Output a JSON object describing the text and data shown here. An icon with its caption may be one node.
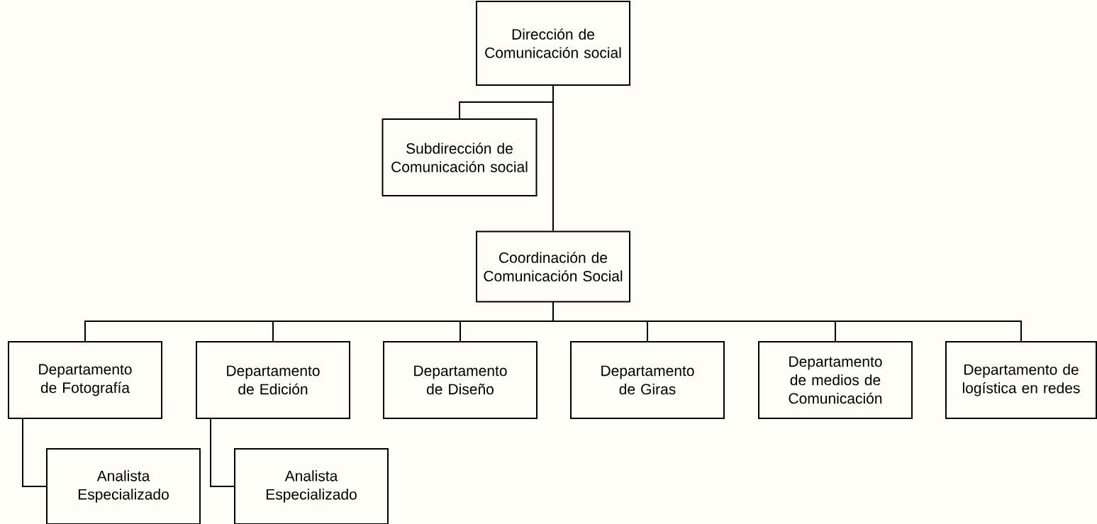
{
  "diagram": {
    "nodes": [
      {
        "text": [
          "Dirección de Comunicación social"
        ]
      },
      {
        "text": [
          "Subdirección de Comunicación social"
        ]
      },
      {
        "text": [
          "Coordinación de Comunicación Social"
        ]
      },
      {
        "text": [
          "Departamento de Fotografía"
        ]
      },
      {
        "text": [
          "Departamento de Edición"
        ]
      },
      {
        "text": [
          "Departamento de Diseño"
        ]
      },
      {
        "text": [
          "Departamento de Giras"
        ]
      },
      {
        "text": [
          "Departamento de medios de Comunicación"
        ]
      },
      {
        "text": [
          "Departamento de logística en redes"
        ]
      },
      {
        "text": [
          "Analista Especializado"
        ]
      },
      {
        "text": [
          "Analista Especializado"
        ]
      }
    ],
    "edges": [
      {
        "from": 0,
        "to": 1,
        "arrow": "none"
      },
      {
        "from": 0,
        "to": 2,
        "arrow": "none"
      },
      {
        "from": 2,
        "to": 3,
        "arrow": "none"
      },
      {
        "from": 2,
        "to": 4,
        "arrow": "none"
      },
      {
        "from": 2,
        "to": 5,
        "arrow": "none"
      },
      {
        "from": 2,
        "to": 6,
        "arrow": "none"
      },
      {
        "from": 2,
        "to": 7,
        "arrow": "none"
      },
      {
        "from": 2,
        "to": 8,
        "arrow": "none"
      },
      {
        "from": 3,
        "to": 9,
        "arrow": "none"
      },
      {
        "from": 4,
        "to": 10,
        "arrow": "none"
      }
    ]
  }
}
